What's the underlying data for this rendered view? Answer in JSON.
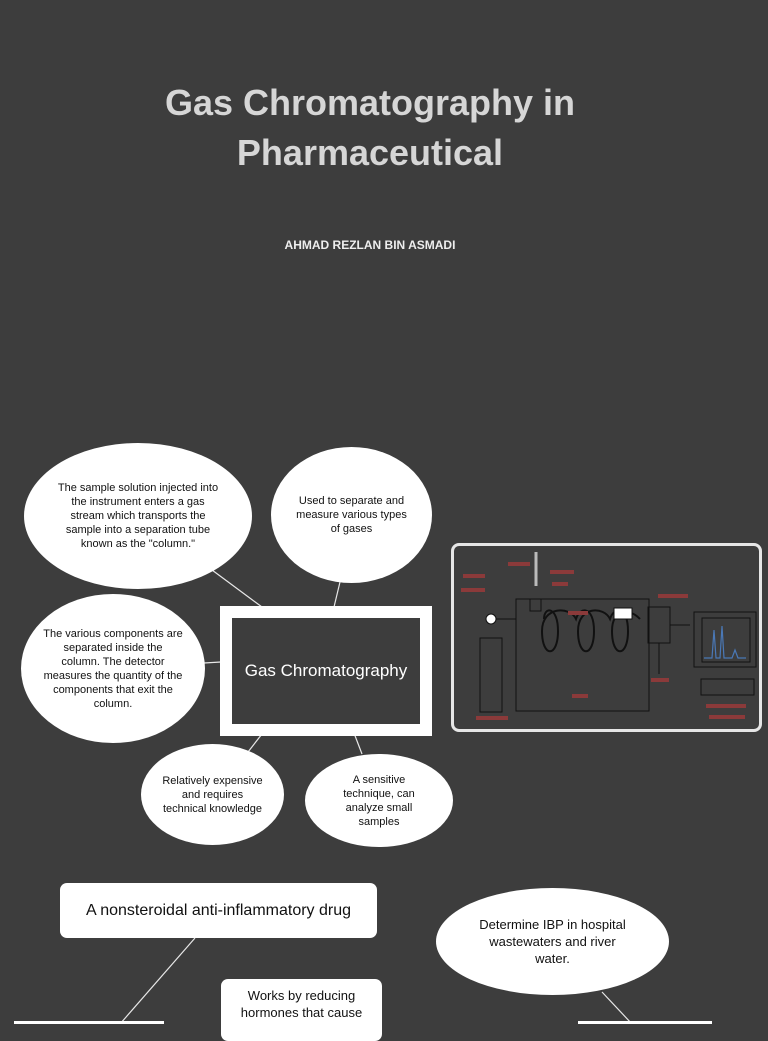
{
  "header": {
    "title_line1": "Gas Chromatography in",
    "title_line2": "Pharmaceutical",
    "author": "AHMAD REZLAN BIN ASMADI"
  },
  "mindmap": {
    "center": "Gas Chromatography",
    "bubble_sample": "The sample solution injected into the instrument enters a gas stream which transports the sample into a separation tube known as the \"column.\"",
    "bubble_gases": "Used to separate and measure various types of gases",
    "bubble_components": "The various components are separated inside the column. The detector measures the quantity of the components that exit the column.",
    "bubble_expensive": "Relatively expensive and requires technical knowledge",
    "bubble_sensitive": "A sensitive technique, can analyze small samples"
  },
  "section2": {
    "nsaid": "A nonsteroidal anti-inflammatory drug",
    "ibp": "Determine IBP in hospital wastewaters and river water.",
    "hormones": "Works by reducing hormones that cause"
  },
  "colors": {
    "background": "#3d3d3d",
    "node": "#ffffff",
    "line": "#e8e8e8",
    "diagram_label": "#8b3a3a"
  }
}
